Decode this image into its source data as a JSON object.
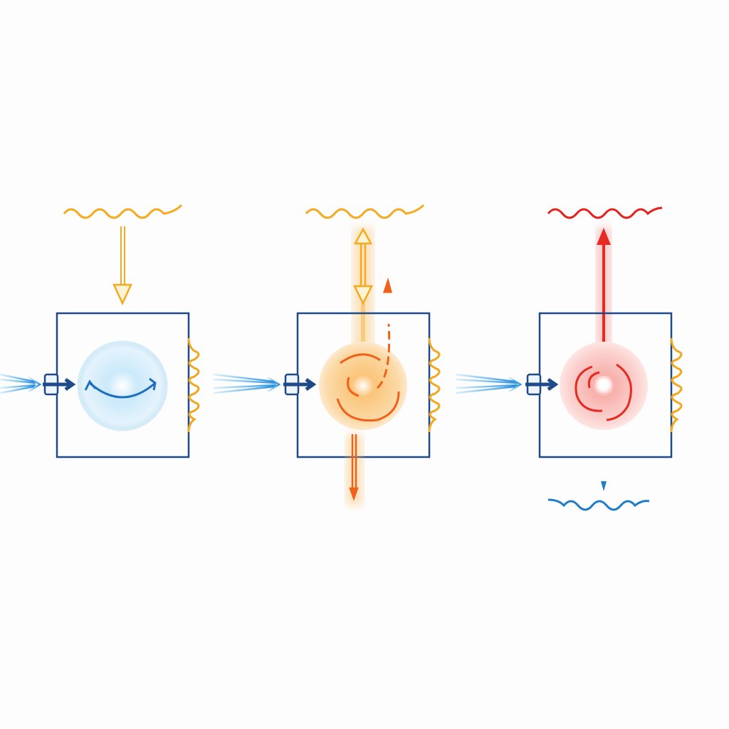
{
  "colors": {
    "background": "#fdfdfd",
    "box": "#1f4a8a",
    "coil": "#f2a81d",
    "input_arrow": "#2aa3e8",
    "wave_orange": "#f5a91c",
    "wave_red": "#e8201c",
    "wave_blue": "#1f7cc8",
    "glow_blue": "#bfe3f7",
    "glow_orange": "#f9b24a",
    "glow_red": "#f8a0a0",
    "spiral_orange": "#f0621a",
    "spiral_red": "#e52b22"
  },
  "panels": [
    {
      "stage": "absorption",
      "wave_color": "#f5a91c",
      "glow": "blue",
      "icons": [
        "wave-icon",
        "down-arrow-icon",
        "rotation-arrows-icon",
        "coil-icon",
        "connector-icon",
        "input-arrow-icon"
      ]
    },
    {
      "stage": "excitation",
      "wave_color": "#f5a91c",
      "glow": "orange",
      "icons": [
        "wave-icon",
        "double-arrow-icon",
        "spiral-icon",
        "coil-icon",
        "connector-icon",
        "input-arrow-icon"
      ]
    },
    {
      "stage": "emission",
      "wave_color": "#e8201c",
      "glow": "red",
      "icons": [
        "wave-icon",
        "up-arrow-icon",
        "spiral-icon",
        "down-arrow-icon",
        "coil-icon",
        "connector-icon",
        "input-arrow-icon"
      ]
    }
  ]
}
